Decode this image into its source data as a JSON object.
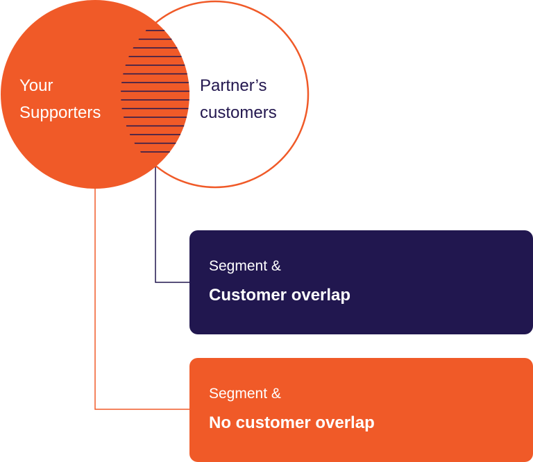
{
  "circles": {
    "left_label": "Your\nSupporters",
    "right_label": "Partner’s\ncustomers"
  },
  "cards": [
    {
      "subtitle": "Segment &",
      "title": "Customer overlap"
    },
    {
      "subtitle": "Segment &",
      "title": "No customer overlap"
    }
  ],
  "colors": {
    "orange": "#f05a28",
    "navy": "#21174f",
    "white": "#ffffff"
  }
}
